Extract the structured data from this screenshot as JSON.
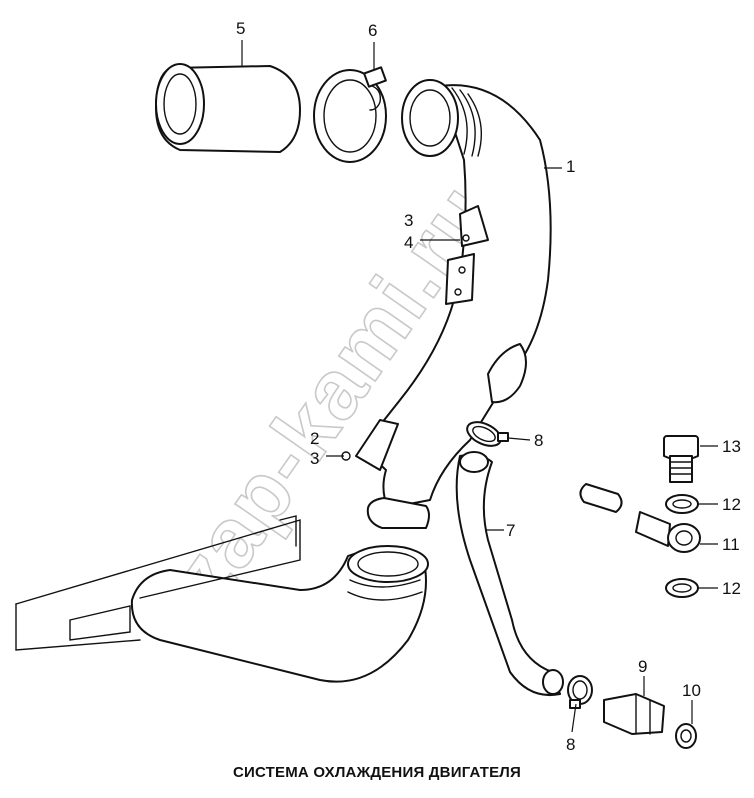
{
  "caption": "СИСТЕМА ОХЛАЖДЕНИЯ ДВИГАТЕЛЯ",
  "watermark": "zap-kami.ru",
  "callouts": {
    "c1": "1",
    "c2": "2",
    "c3a": "3",
    "c3b": "3",
    "c4": "4",
    "c5": "5",
    "c6": "6",
    "c7": "7",
    "c8a": "8",
    "c8b": "8",
    "c9": "9",
    "c10": "10",
    "c11": "11",
    "c12a": "12",
    "c12b": "12",
    "c13": "13"
  }
}
